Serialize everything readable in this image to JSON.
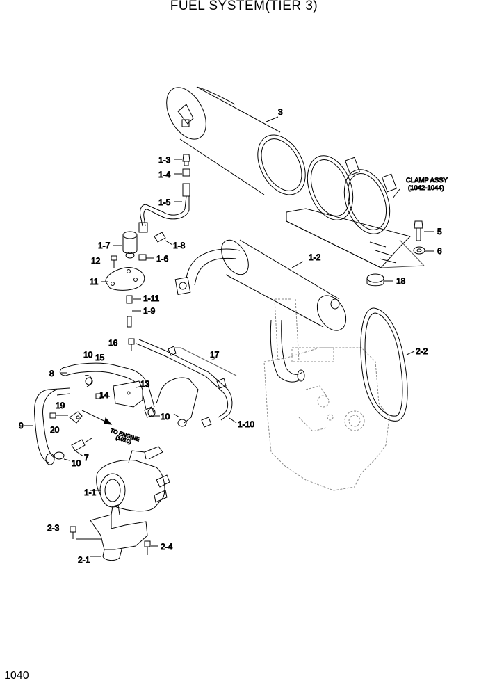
{
  "title": "FUEL SYSTEM(TIER 3)",
  "page_number": "1040",
  "notes": {
    "clamp_assy": "CLAMP ASSY",
    "clamp_range": "(1042-1044)",
    "to_engine": "TO ENGINE",
    "to_engine_ref": "(1010)"
  },
  "labels": {
    "p3": "3",
    "p1_3": "1-3",
    "p1_4": "1-4",
    "p1_5": "1-5",
    "p5": "5",
    "p6": "6",
    "p1_7": "1-7",
    "p1_8": "1-8",
    "p12": "12",
    "p1_6": "1-6",
    "p1_2": "1-2",
    "p18": "18",
    "p11": "11",
    "p1_11": "1-11",
    "p1_9": "1-9",
    "p16": "16",
    "p17": "17",
    "p2_2": "2-2",
    "p10a": "10",
    "p15": "15",
    "p8": "8",
    "p13": "13",
    "p14": "14",
    "p19": "19",
    "p10b": "10",
    "p9": "9",
    "p20": "20",
    "p1_10": "1-10",
    "p7": "7",
    "p10c": "10",
    "p1_1": "1-1",
    "p2_3": "2-3",
    "p2_4": "2-4",
    "p2_1": "2-1"
  }
}
